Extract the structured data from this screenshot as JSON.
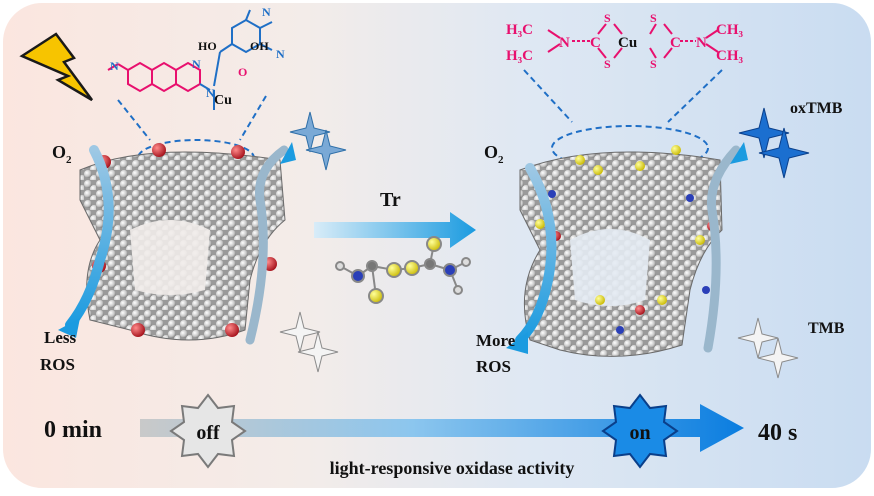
{
  "left": {
    "o2": "O",
    "o2_sub": "2",
    "less": "Less",
    "ros": "ROS",
    "cu": "Cu"
  },
  "middle": {
    "reagent": "Tr"
  },
  "right": {
    "o2": "O",
    "o2_sub": "2",
    "more": "More",
    "ros": "ROS",
    "product": "oxTMB",
    "substrate": "TMB",
    "complex": {
      "h3c_top": "H₃C",
      "h3c_bottom": "H₃C",
      "ch3_top": "CH₃",
      "ch3_bottom": "CH₃",
      "n_left": "N",
      "n_right": "N",
      "c_left": "C",
      "c_right": "C",
      "s": "S",
      "cu": "Cu"
    }
  },
  "timeline": {
    "start": "0 min",
    "end": "40 s",
    "off": "off",
    "on": "on",
    "caption": "light-responsive oxidase activity"
  },
  "colors": {
    "arrow_blue": "#1b9be0",
    "dark_blue": "#0a62b8",
    "magenta": "#e8106e",
    "bg_left": "#fbe6df",
    "bg_right": "#cfe0f3"
  }
}
